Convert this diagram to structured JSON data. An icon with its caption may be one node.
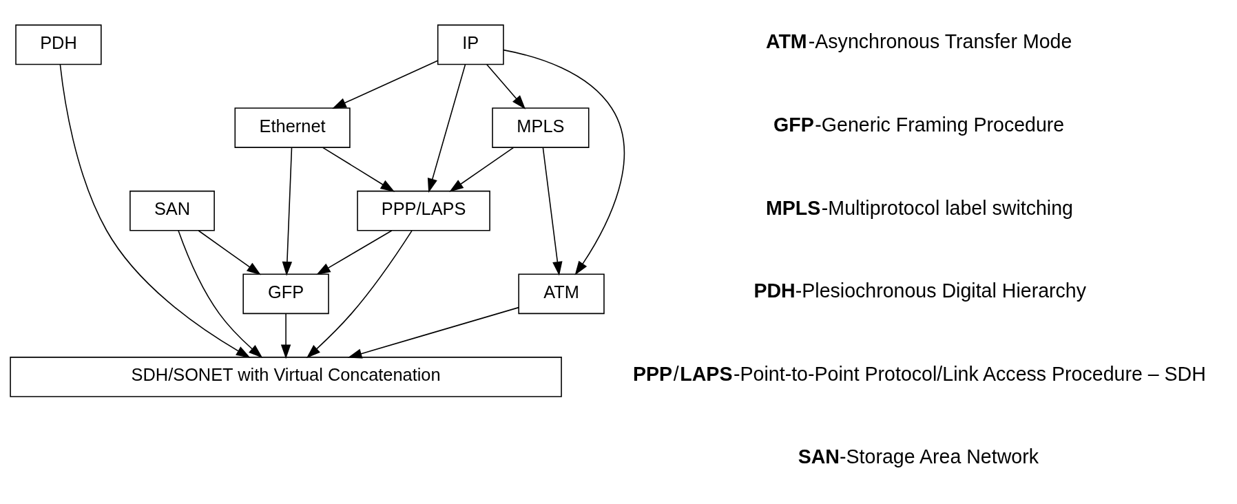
{
  "diagram": {
    "nodes": [
      {
        "text": [
          "PDH"
        ]
      },
      {
        "text": [
          "IP"
        ]
      },
      {
        "text": [
          "Ethernet"
        ]
      },
      {
        "text": [
          "MPLS"
        ]
      },
      {
        "text": [
          "SAN"
        ]
      },
      {
        "text": [
          "PPP/LAPS"
        ]
      },
      {
        "text": [
          "GFP"
        ]
      },
      {
        "text": [
          "ATM"
        ]
      },
      {
        "text": [
          "SDH/SONET with Virtual Concatenation"
        ]
      }
    ],
    "edges": [
      {
        "from": 0,
        "to": 8,
        "arrow": "to"
      },
      {
        "from": 1,
        "to": 2,
        "arrow": "to"
      },
      {
        "from": 1,
        "to": 5,
        "arrow": "to"
      },
      {
        "from": 1,
        "to": 3,
        "arrow": "to"
      },
      {
        "from": 1,
        "to": 7,
        "arrow": "to"
      },
      {
        "from": 2,
        "to": 6,
        "arrow": "to"
      },
      {
        "from": 2,
        "to": 5,
        "arrow": "to"
      },
      {
        "from": 3,
        "to": 5,
        "arrow": "to"
      },
      {
        "from": 3,
        "to": 7,
        "arrow": "to"
      },
      {
        "from": 4,
        "to": 8,
        "arrow": "to"
      },
      {
        "from": 4,
        "to": 6,
        "arrow": "to"
      },
      {
        "from": 5,
        "to": 6,
        "arrow": "to"
      },
      {
        "from": 5,
        "to": 8,
        "arrow": "to"
      },
      {
        "from": 6,
        "to": 8,
        "arrow": "to"
      },
      {
        "from": 7,
        "to": 8,
        "arrow": "to"
      }
    ],
    "labels": [
      "**ATM**-Asynchronous Transfer Mode",
      "**GFP**-Generic Framing Procedure",
      "**MPLS**-Multiprotocol label switching",
      "**PDH**-Plesiochronous Digital Hierarchy",
      "**PPP**/**LAPS**-Point-to-Point Protocol/Link Access Procedure – SDH",
      "**SAN**-Storage Area Network"
    ]
  }
}
